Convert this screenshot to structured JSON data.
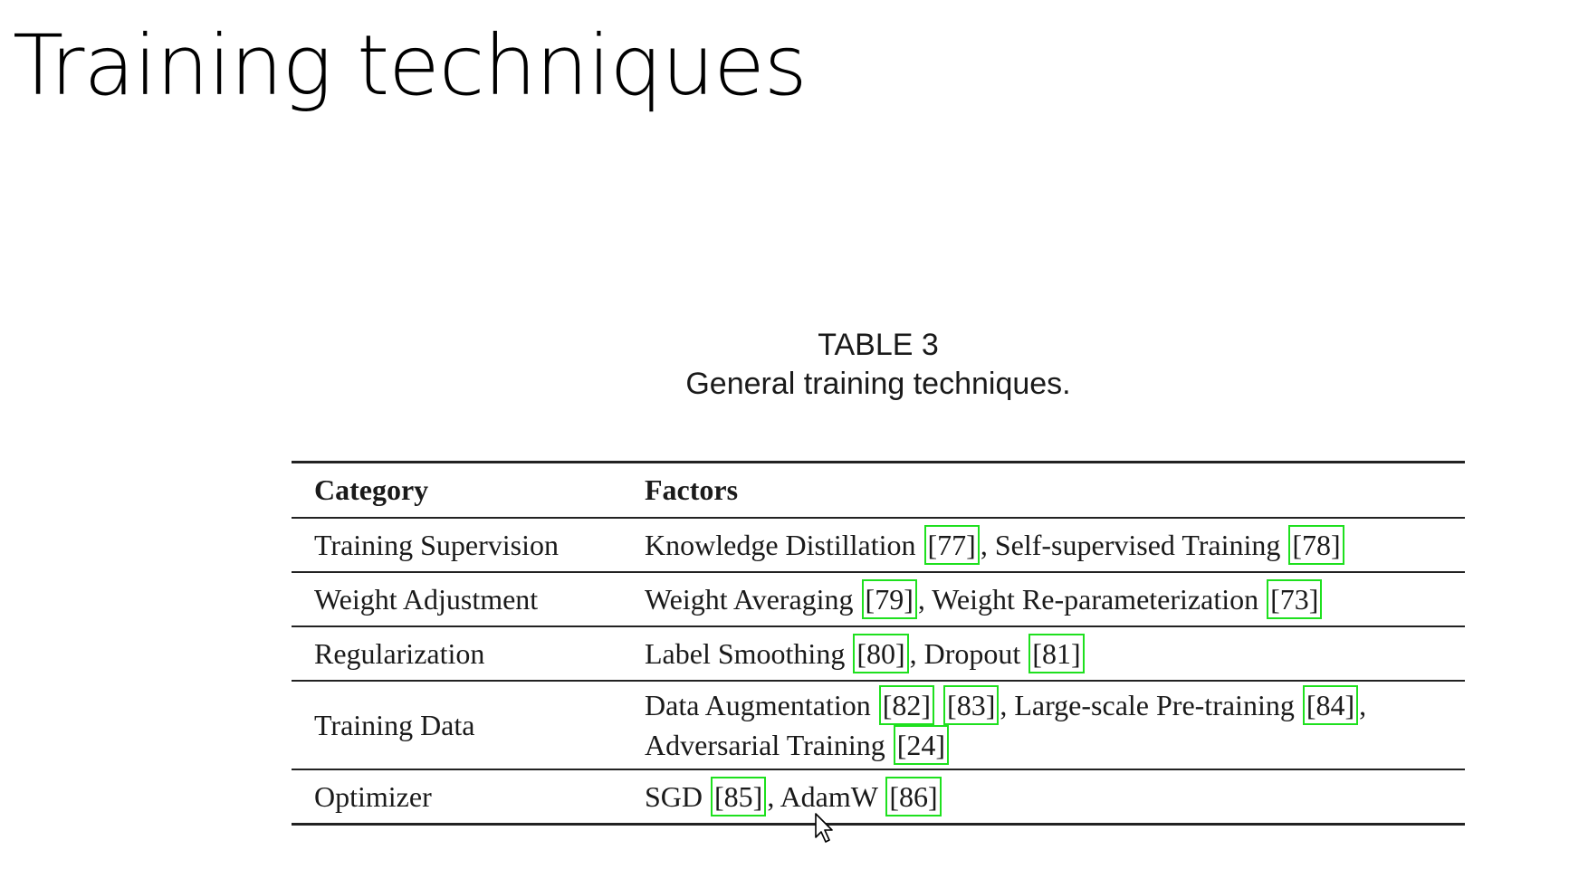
{
  "slide": {
    "title": "Training techniques"
  },
  "caption": {
    "number": "TABLE 3",
    "text": "General training techniques."
  },
  "table": {
    "headers": {
      "category": "Category",
      "factors": "Factors"
    },
    "rows": [
      {
        "category": "Training Supervision",
        "segments": [
          {
            "t": "Knowledge Distillation "
          },
          {
            "c": "[77]"
          },
          {
            "t": ", Self-supervised Training "
          },
          {
            "c": "[78]"
          }
        ]
      },
      {
        "category": "Weight Adjustment",
        "segments": [
          {
            "t": "Weight Averaging "
          },
          {
            "c": "[79]"
          },
          {
            "t": ", Weight Re-parameterization "
          },
          {
            "c": "[73]"
          }
        ]
      },
      {
        "category": "Regularization",
        "segments": [
          {
            "t": "Label Smoothing "
          },
          {
            "c": "[80]"
          },
          {
            "t": ", Dropout "
          },
          {
            "c": "[81]"
          }
        ]
      },
      {
        "category": "Training Data",
        "segments": [
          {
            "t": "Data Augmentation "
          },
          {
            "c": "[82]"
          },
          {
            "t": " "
          },
          {
            "c": "[83]"
          },
          {
            "t": ", Large-scale Pre-training "
          },
          {
            "c": "[84]"
          },
          {
            "t": ","
          },
          {
            "br": true
          },
          {
            "t": "Adversarial Training "
          },
          {
            "c": "[24]"
          }
        ]
      },
      {
        "category": "Optimizer",
        "segments": [
          {
            "t": "SGD "
          },
          {
            "c": "[85]"
          },
          {
            "t": ", AdamW "
          },
          {
            "c": "[86]"
          }
        ]
      }
    ]
  },
  "colors": {
    "citation_highlight": "#1ee01e"
  },
  "icons": {
    "cursor": "mouse-pointer-icon"
  }
}
